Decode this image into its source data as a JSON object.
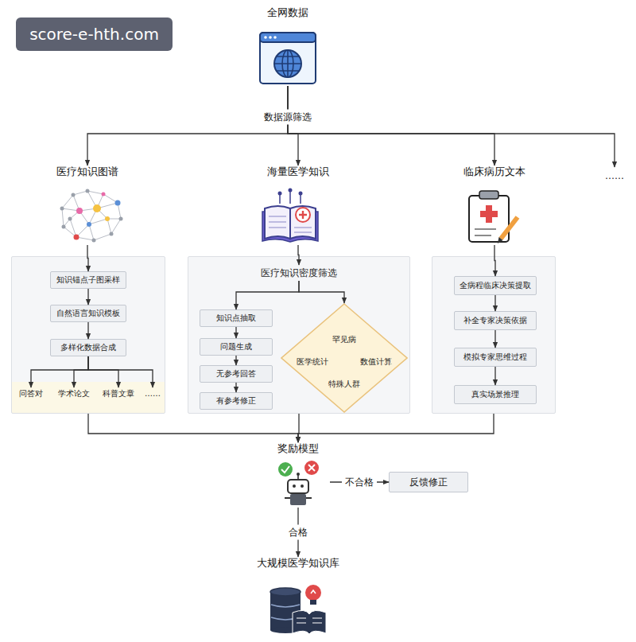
{
  "diagram": {
    "nodes": [
      {
        "text": [
          "全网数据"
        ]
      },
      {
        "text": [
          "医疗知识图谱"
        ]
      },
      {
        "text": [
          "海量医学知识"
        ]
      },
      {
        "text": [
          "临床病历文本"
        ]
      },
      {
        "text": [
          "……"
        ]
      },
      {
        "text": []
      },
      {
        "text": [
          "知识锚点子图采样"
        ],
        "in": 5
      },
      {
        "text": [
          "自然语言知识模板"
        ],
        "in": 5
      },
      {
        "text": [
          "多样化数据合成"
        ],
        "in": 5
      },
      {
        "text": [
          "问答对"
        ],
        "in": 5
      },
      {
        "text": [
          "学术论文"
        ],
        "in": 5
      },
      {
        "text": [
          "科普文章"
        ],
        "in": 5
      },
      {
        "text": [
          "……"
        ],
        "in": 5
      },
      {
        "text": []
      },
      {
        "text": [
          "医疗知识密度筛选"
        ],
        "in": 13
      },
      {
        "text": [
          "知识点抽取"
        ],
        "in": 13
      },
      {
        "text": [
          "问题生成"
        ],
        "in": 13
      },
      {
        "text": [
          "无参考回答"
        ],
        "in": 13
      },
      {
        "text": [
          "有参考修正"
        ],
        "in": 13
      },
      {
        "text": [
          "罕见病",
          "医学统计",
          "数值计算",
          "特殊人群"
        ],
        "in": 13
      },
      {
        "text": []
      },
      {
        "text": [
          "全病程临床决策提取"
        ],
        "in": 20
      },
      {
        "text": [
          "补全专家决策依据"
        ],
        "in": 20
      },
      {
        "text": [
          "模拟专家思维过程"
        ],
        "in": 20
      },
      {
        "text": [
          "真实场景推理"
        ],
        "in": 20
      },
      {
        "text": [
          "奖励模型"
        ]
      },
      {
        "text": [
          "反馈修正"
        ]
      },
      {
        "text": [
          "大规模医学知识库"
        ]
      }
    ],
    "edges": [
      {
        "from": 0,
        "to": 1,
        "arrow": "to"
      },
      {
        "from": 0,
        "to": 2,
        "label": "数据源筛选",
        "arrow": "to"
      },
      {
        "from": 0,
        "to": 3,
        "arrow": "to"
      },
      {
        "from": 0,
        "to": 4,
        "arrow": "to"
      },
      {
        "from": 1,
        "to": 6,
        "arrow": "to"
      },
      {
        "from": 6,
        "to": 7,
        "arrow": "to"
      },
      {
        "from": 7,
        "to": 8,
        "arrow": "to"
      },
      {
        "from": 8,
        "to": 9,
        "arrow": "to"
      },
      {
        "from": 8,
        "to": 10,
        "arrow": "to"
      },
      {
        "from": 8,
        "to": 11,
        "arrow": "to"
      },
      {
        "from": 8,
        "to": 12,
        "arrow": "to"
      },
      {
        "from": 2,
        "to": 14,
        "arrow": "to"
      },
      {
        "from": 14,
        "to": 15,
        "arrow": "to"
      },
      {
        "from": 14,
        "to": 19,
        "arrow": "to"
      },
      {
        "from": 15,
        "to": 16,
        "arrow": "to"
      },
      {
        "from": 16,
        "to": 17,
        "arrow": "to"
      },
      {
        "from": 17,
        "to": 18,
        "arrow": "to"
      },
      {
        "from": 3,
        "to": 21,
        "arrow": "to"
      },
      {
        "from": 21,
        "to": 22,
        "arrow": "to"
      },
      {
        "from": 22,
        "to": 23,
        "arrow": "to"
      },
      {
        "from": 23,
        "to": 24,
        "arrow": "to"
      },
      {
        "from": 5,
        "to": 25,
        "arrow": "to"
      },
      {
        "from": 13,
        "to": 25,
        "arrow": "to"
      },
      {
        "from": 20,
        "to": 25,
        "arrow": "to"
      },
      {
        "from": 25,
        "to": 26,
        "label": "不合格",
        "arrow": "to"
      },
      {
        "from": 25,
        "to": 27,
        "label": "合格",
        "arrow": "to"
      }
    ],
    "labels": [
      "score-e-hth.com"
    ]
  }
}
